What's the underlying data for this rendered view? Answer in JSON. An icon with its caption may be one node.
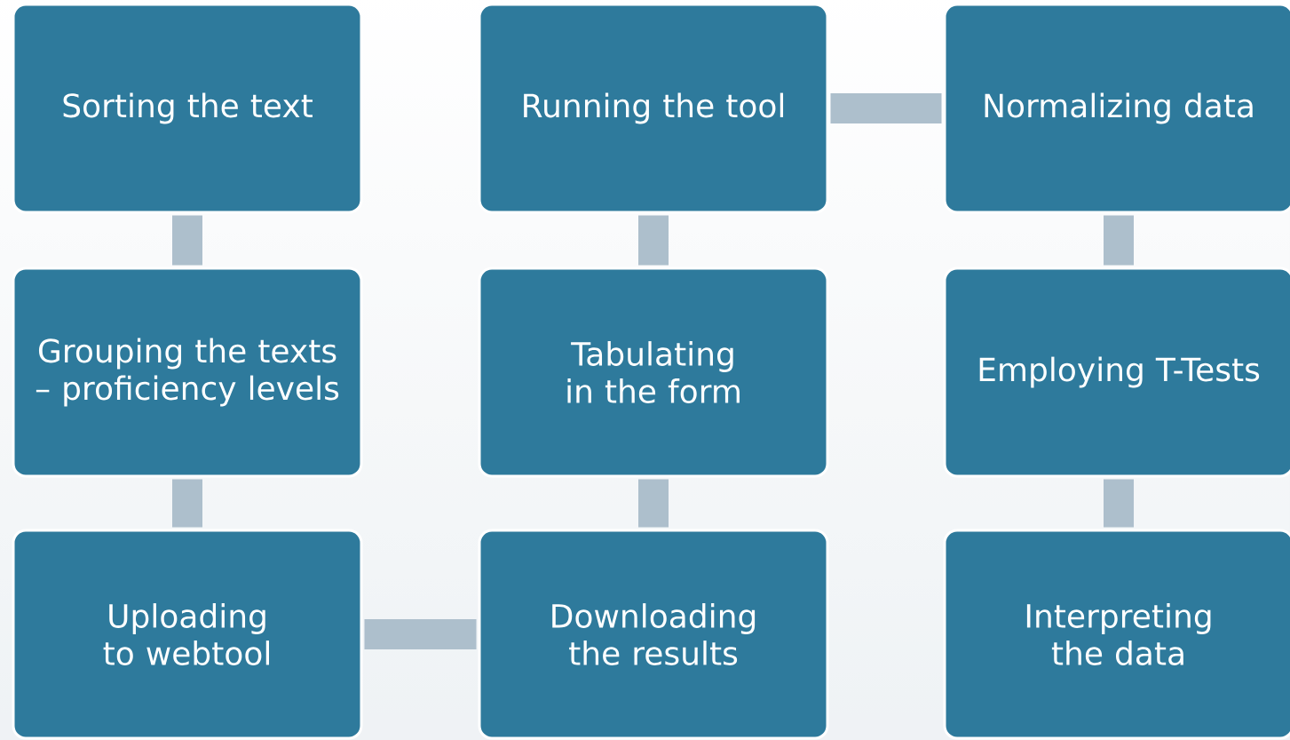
{
  "diagram": {
    "nodes": [
      {
        "text": [
          "Sorting the text"
        ]
      },
      {
        "text": [
          "Grouping the texts – proficiency levels"
        ]
      },
      {
        "text": [
          "Uploading to webtool"
        ]
      },
      {
        "text": [
          "Downloading the results"
        ]
      },
      {
        "text": [
          "Tabulating in the form"
        ]
      },
      {
        "text": [
          "Running the tool"
        ]
      },
      {
        "text": [
          "Normalizing data"
        ]
      },
      {
        "text": [
          "Employing T-Tests"
        ]
      },
      {
        "text": [
          "Interpreting the data"
        ]
      }
    ],
    "edges": [
      {
        "from": 0,
        "to": 1,
        "arrow": "none"
      },
      {
        "from": 1,
        "to": 2,
        "arrow": "none"
      },
      {
        "from": 2,
        "to": 3,
        "arrow": "none"
      },
      {
        "from": 3,
        "to": 4,
        "arrow": "none"
      },
      {
        "from": 4,
        "to": 5,
        "arrow": "none"
      },
      {
        "from": 5,
        "to": 6,
        "arrow": "none"
      },
      {
        "from": 6,
        "to": 7,
        "arrow": "none"
      },
      {
        "from": 7,
        "to": 8,
        "arrow": "none"
      }
    ]
  }
}
